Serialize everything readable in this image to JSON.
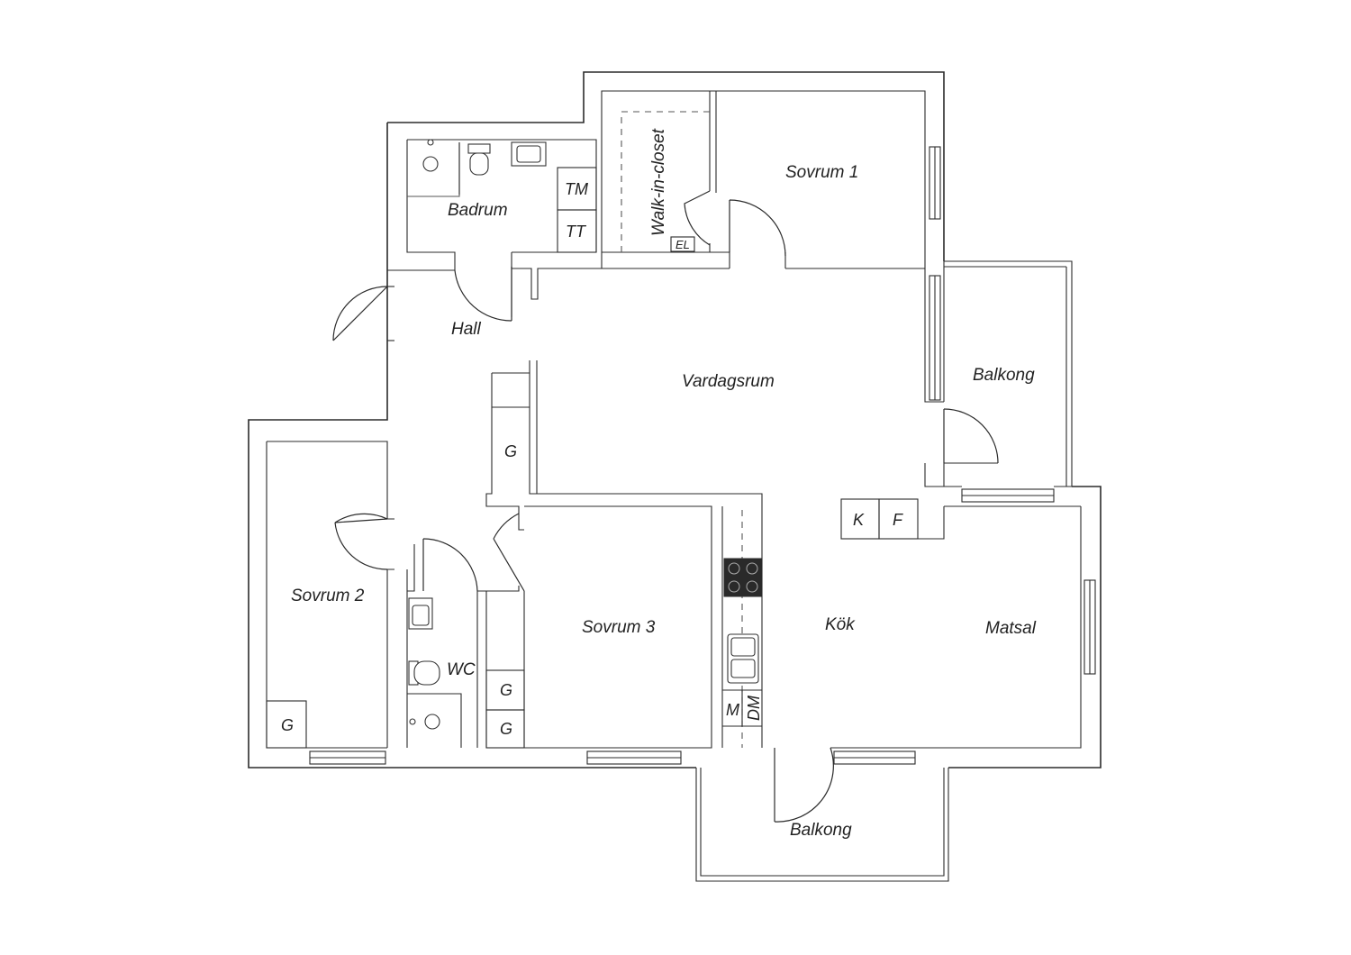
{
  "plan": {
    "rooms": {
      "sovrum1": "Sovrum 1",
      "sovrum2": "Sovrum 2",
      "sovrum3": "Sovrum 3",
      "walkin": "Walk-in-closet",
      "badrum": "Badrum",
      "hall": "Hall",
      "vardagsrum": "Vardagsrum",
      "balkong_right": "Balkong",
      "balkong_bottom": "Balkong",
      "kok": "Kök",
      "matsal": "Matsal",
      "wc": "WC"
    },
    "fixtures": {
      "tm": "TM",
      "tt": "TT",
      "el": "EL",
      "g_hall": "G",
      "g_sovrum2": "G",
      "g_corridor_top": "G",
      "g_corridor_bottom": "G",
      "k": "K",
      "f": "F",
      "m": "M",
      "dm": "DM"
    }
  }
}
